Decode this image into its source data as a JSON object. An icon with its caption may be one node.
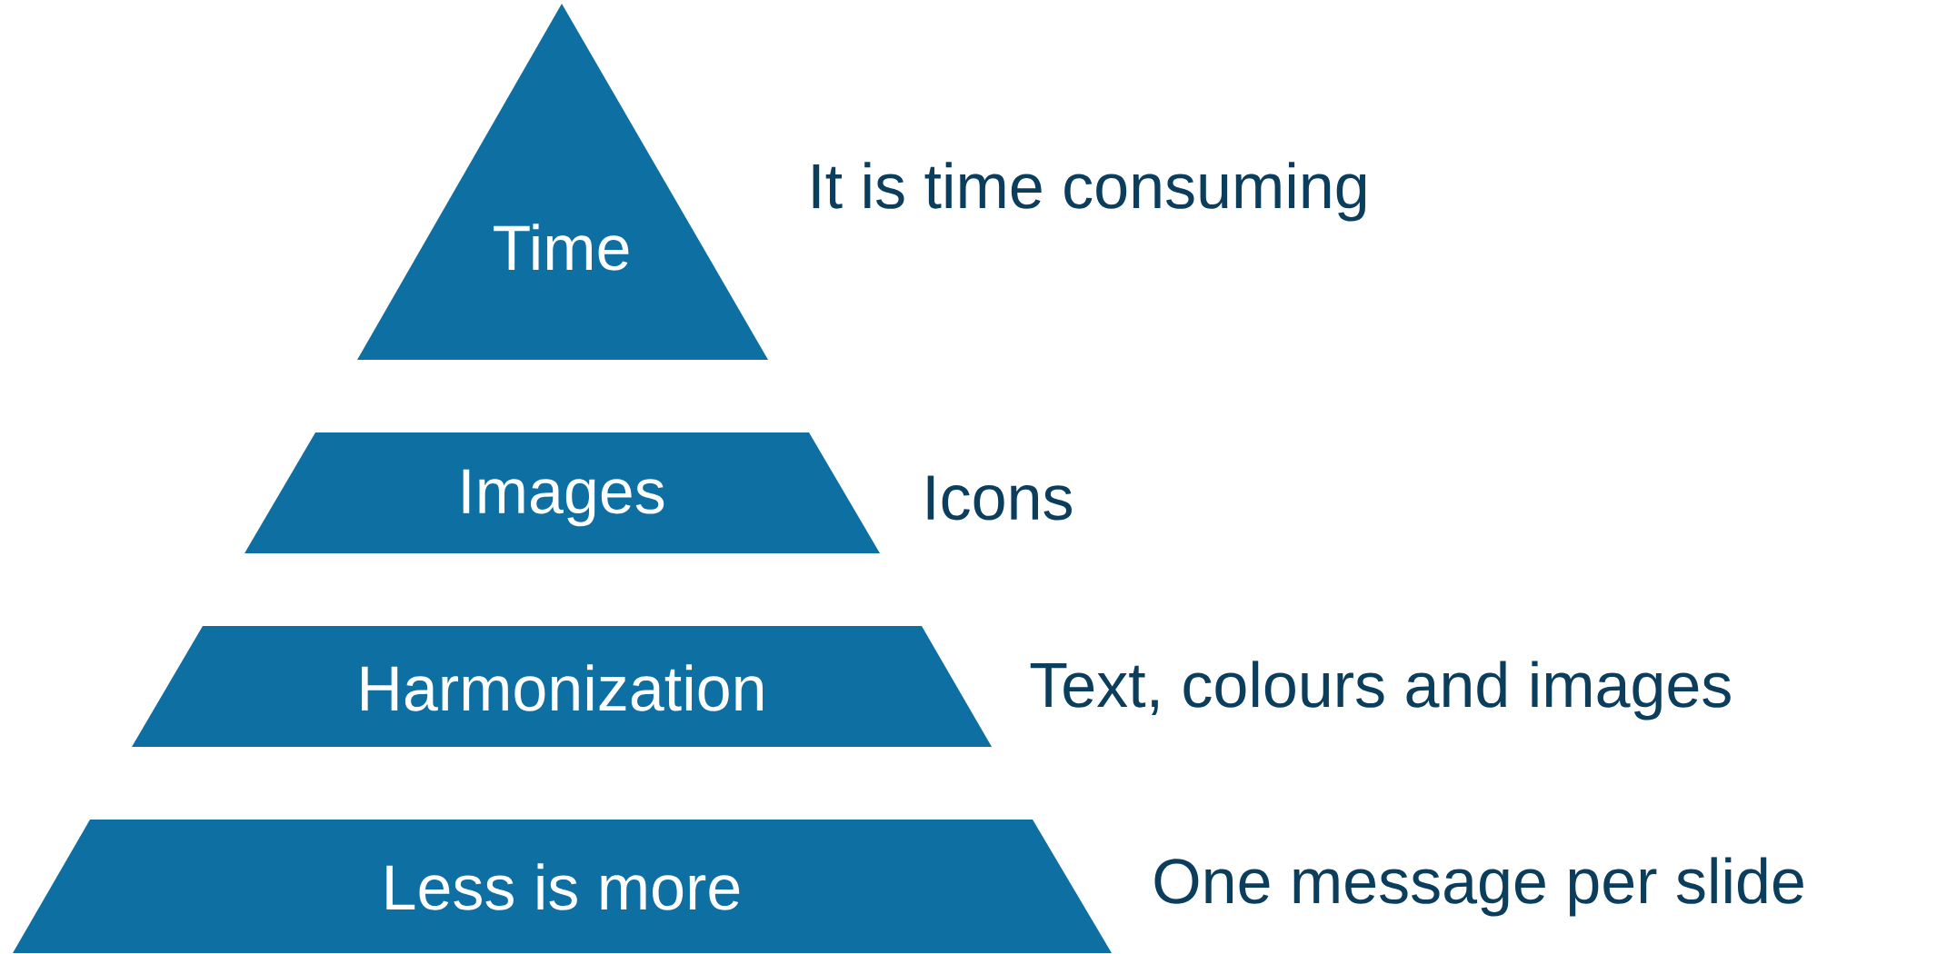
{
  "diagram": {
    "nodes": [
      {
        "text": [
          "Time"
        ],
        "beside": [
          "It is time consuming"
        ]
      },
      {
        "text": [
          "Images"
        ],
        "beside": [
          "Icons"
        ]
      },
      {
        "text": [
          "Harmonization"
        ],
        "beside": [
          "Text, colours and images"
        ]
      },
      {
        "text": [
          "Less is more"
        ],
        "beside": [
          "One message per slide"
        ]
      }
    ]
  }
}
